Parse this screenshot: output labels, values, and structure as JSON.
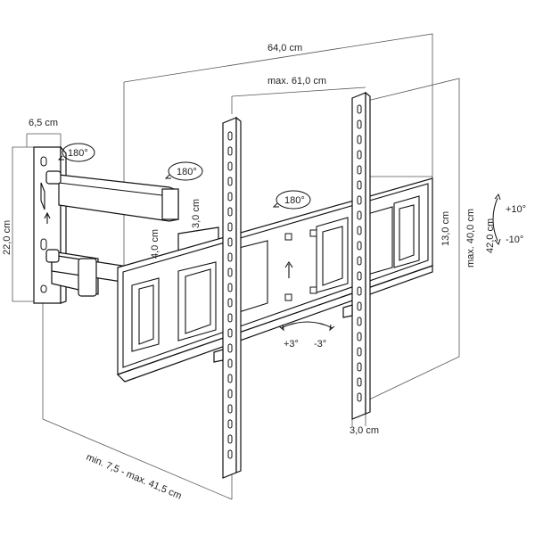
{
  "dimensions": {
    "total_width": "64,0 cm",
    "max_width": "max. 61,0 cm",
    "wall_plate_depth": "6,5 cm",
    "wall_plate_height": "22,0 cm",
    "arm_thickness": "3,0 cm",
    "arm_height": "4,0 cm",
    "bracket_height": "13,0 cm",
    "max_vesa_height": "max. 40,0 cm",
    "total_height": "42,0 cm",
    "rail_width": "3,0 cm",
    "wall_distance": "min. 7,5 - max. 41,5 cm"
  },
  "rotations": {
    "wall_swivel": "180°",
    "arm_swivel": "180°",
    "head_swivel": "180°"
  },
  "tilt": {
    "up": "+10°",
    "down": "-10°"
  },
  "level": {
    "plus": "+3°",
    "minus": "-3°"
  }
}
